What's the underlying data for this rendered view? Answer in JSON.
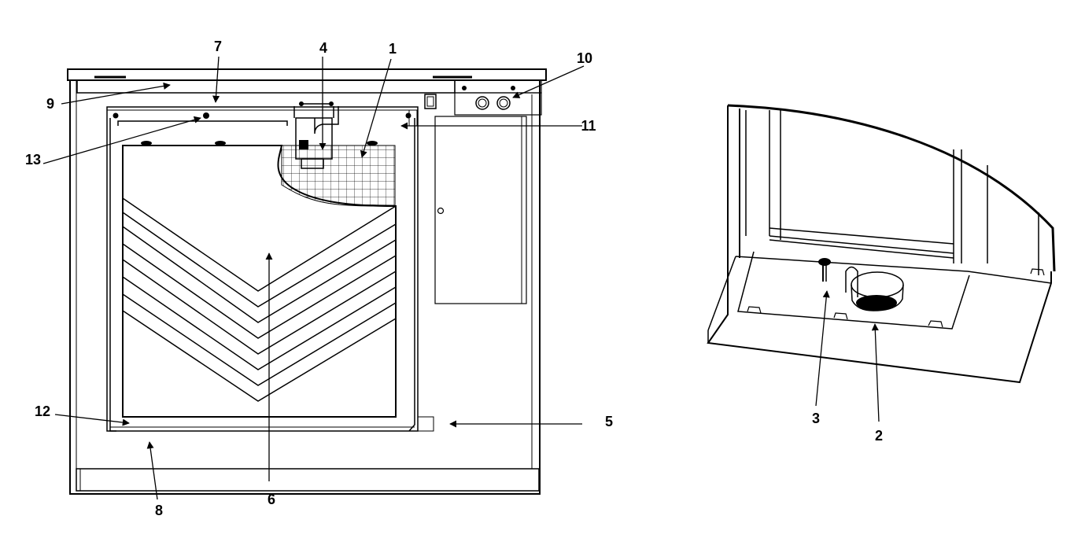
{
  "figure": {
    "front_view": {
      "callouts": [
        "1",
        "4",
        "5",
        "6",
        "7",
        "8",
        "9",
        "10",
        "11",
        "12",
        "13"
      ]
    },
    "bottom_view": {
      "callouts": [
        "2",
        "3"
      ]
    }
  },
  "colors": {
    "line": "#000000",
    "background": "#ffffff"
  }
}
